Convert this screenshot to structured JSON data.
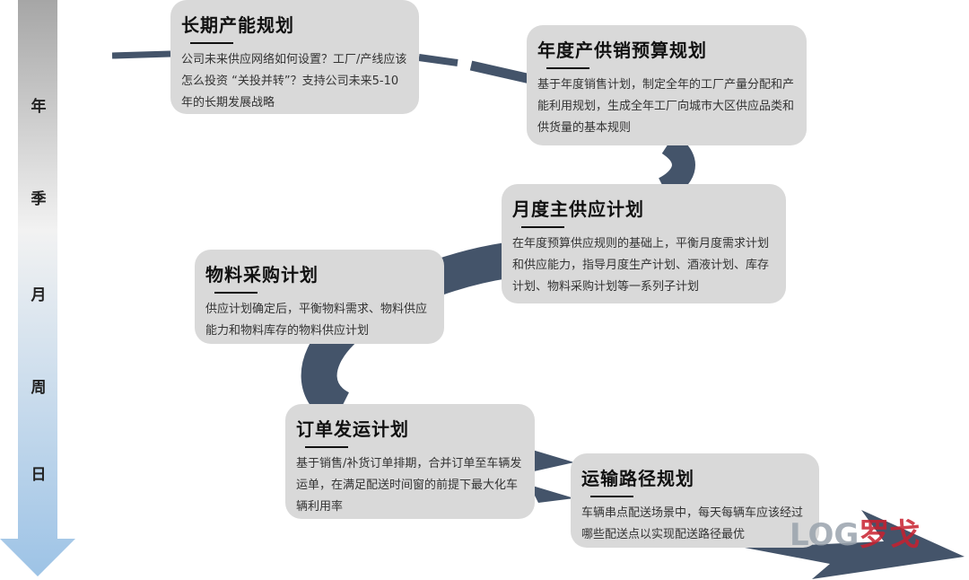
{
  "axis": {
    "labels": [
      "年",
      "季",
      "月",
      "周",
      "日"
    ]
  },
  "boxes": [
    {
      "title": "长期产能规划",
      "desc": "公司未来供应网络如何设置？工厂/产线应该怎么投资 “关投并转”？支持公司未来5-10年的长期发展战略"
    },
    {
      "title": "年度产供销预算规划",
      "desc": "基于年度销售计划，制定全年的工厂产量分配和产能利用规划，生成全年工厂向城市大区供应品类和供货量的基本规则"
    },
    {
      "title": "月度主供应计划",
      "desc": "在年度预算供应规则的基础上，平衡月度需求计划和供应能力，指导月度生产计划、酒液计划、库存计划、物料采购计划等一系列子计划"
    },
    {
      "title": "物料采购计划",
      "desc": "供应计划确定后，平衡物料需求、物料供应能力和物料库存的物料供应计划"
    },
    {
      "title": "订单发运计划",
      "desc": "基于销售/补货订单排期，合并订单至车辆发运单，在满足配送时间窗的前提下最大化车辆利用率"
    },
    {
      "title": "运输路径规划",
      "desc": "车辆串点配送场景中，每天每辆车应该经过哪些配送点以实现配送路径最优"
    }
  ],
  "watermark": {
    "text_a": "LOG",
    "text_b": "罗戈"
  },
  "colors": {
    "flow": "#44546a",
    "box": "#d9d9d9",
    "axis_top": "#a6a6a6",
    "axis_bottom": "#9dc3e6"
  }
}
